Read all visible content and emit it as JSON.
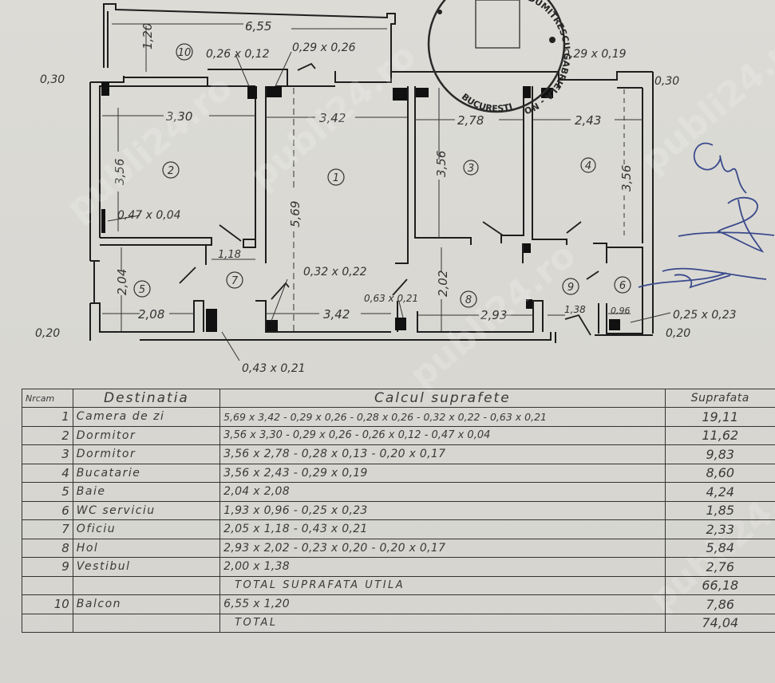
{
  "document": {
    "type": "floor-plan-with-area-table",
    "language": "ro",
    "watermark": "publi24.ro"
  },
  "plan": {
    "rooms": [
      {
        "number": "1",
        "label_id": "room-1"
      },
      {
        "number": "2",
        "label_id": "room-2"
      },
      {
        "number": "3",
        "label_id": "room-3"
      },
      {
        "number": "4",
        "label_id": "room-4"
      },
      {
        "number": "5",
        "label_id": "room-5"
      },
      {
        "number": "6",
        "label_id": "room-6"
      },
      {
        "number": "7",
        "label_id": "room-7"
      },
      {
        "number": "8",
        "label_id": "room-8"
      },
      {
        "number": "9",
        "label_id": "room-9"
      },
      {
        "number": "10",
        "label_id": "room-10"
      }
    ],
    "dimensions": {
      "balcony_length": "6,55",
      "balcony_depth": "1,20",
      "room2_width": "3,30",
      "room2_height": "3,56",
      "room1_width": "3,42",
      "room1_height": "5,69",
      "room3_width": "2,78",
      "room3_height": "3,56",
      "room4_width": "2,43",
      "room4_height": "3,56",
      "room7_width": "1,18",
      "room5_height": "2,04",
      "room5_width": "2,08",
      "room1_bottom_width": "3,42",
      "room8_height": "2,02",
      "room8_width": "2,93",
      "room9_width": "1,38",
      "room6_width": "0,96"
    },
    "annotations": {
      "wall_left_top": "0,30",
      "wall_right_top": "0,30",
      "wall_left_bottom": "0,20",
      "wall_right_bottom": "0,20",
      "pillar_a": "0,26 x 0,12",
      "pillar_b": "0,29 x 0,26",
      "pillar_c": "0,28 x 0,26",
      "pillar_d": "0,28 x 0,13",
      "pillar_e": "0,20 x 0,17",
      "pillar_f": "0,29 x 0,19",
      "pillar_g": "0,47 x 0,04",
      "pillar_h": "0,32 x 0,22",
      "pillar_i": "0,63 x 0,21",
      "pillar_j": "0,43 x 0,21",
      "pillar_k": "0,25 x 0,23"
    },
    "stamp": {
      "text_top": "DUMITRESCU GABRIELA - NOTAR PUBLIC",
      "text_bottom": "BUCURESTI"
    },
    "signature": "Cu ... (handwritten signature)"
  },
  "table": {
    "headers": {
      "nr": "Nrcam",
      "destination": "Destinatia",
      "calculation": "Calcul suprafete",
      "surface": "Suprafata"
    },
    "rows": [
      {
        "nr": "1",
        "destination": "Camera de zi",
        "calculation": "5,69 x 3,42 - 0,29 x 0,26 - 0,28 x 0,26 - 0,32 x 0,22 - 0,63 x 0,21",
        "surface": "19,11"
      },
      {
        "nr": "2",
        "destination": "Dormitor",
        "calculation": "3,56 x 3,30 - 0,29 x 0,26 - 0,26 x 0,12 - 0,47 x 0,04",
        "surface": "11,62"
      },
      {
        "nr": "3",
        "destination": "Dormitor",
        "calculation": "3,56 x 2,78 - 0,28 x 0,13 - 0,20 x 0,17",
        "surface": "9,83"
      },
      {
        "nr": "4",
        "destination": "Bucatarie",
        "calculation": "3,56 x 2,43 - 0,29 x 0,19",
        "surface": "8,60"
      },
      {
        "nr": "5",
        "destination": "Baie",
        "calculation": "2,04 x 2,08",
        "surface": "4,24"
      },
      {
        "nr": "6",
        "destination": "WC serviciu",
        "calculation": "1,93 x 0,96 - 0,25 x 0,23",
        "surface": "1,85"
      },
      {
        "nr": "7",
        "destination": "Oficiu",
        "calculation": "2,05 x 1,18 - 0,43 x 0,21",
        "surface": "2,33"
      },
      {
        "nr": "8",
        "destination": "Hol",
        "calculation": "2,93 x 2,02 - 0,23 x 0,20 - 0,20 x 0,17",
        "surface": "5,84"
      },
      {
        "nr": "9",
        "destination": "Vestibul",
        "calculation": "2,00 x 1,38",
        "surface": "2,76"
      },
      {
        "nr": "",
        "destination": "",
        "calculation": "TOTAL SUPRAFATA UTILA",
        "surface": "66,18",
        "is_total": true
      },
      {
        "nr": "10",
        "destination": "Balcon",
        "calculation": "6,55 x 1,20",
        "surface": "7,86"
      },
      {
        "nr": "",
        "destination": "",
        "calculation": "TOTAL",
        "surface": "74,04",
        "is_total": true
      }
    ]
  }
}
